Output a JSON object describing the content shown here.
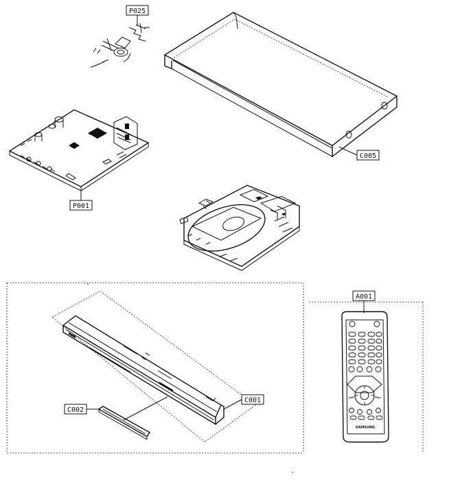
{
  "labels": {
    "p025": "P025",
    "p001": "P001",
    "c005": "C005",
    "c001": "C001",
    "c002": "C002",
    "a001": "A001"
  },
  "remote": {
    "brand": "SAMSUNG"
  }
}
